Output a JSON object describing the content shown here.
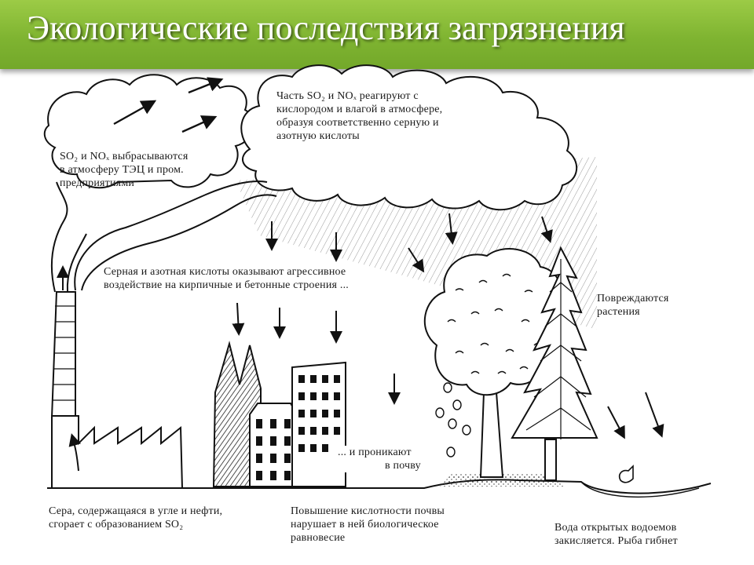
{
  "title": "Экологические последствия загрязнения",
  "labels": {
    "emission": [
      "SO₂ и NOₓ выбрасываются",
      "в атмосферу ТЭЦ и пром.",
      "предприятиями"
    ],
    "reaction": [
      "Часть SO₂ и NOₓ реагируют с",
      "кислородом и влагой в атмосфере,",
      "образуя соответственно серную и",
      "азотную кислоты"
    ],
    "buildings": [
      "Серная и азотная кислоты оказывают агрессивное",
      "воздействие на кирпичные и бетонные строения ..."
    ],
    "plants": [
      "Повреждаются",
      "растения"
    ],
    "soil_penetration": [
      "... и проникают",
      "в почву"
    ],
    "sulfur": [
      "Сера, содержащаяся в угле и нефти,",
      "сгорает с образованием SO₂"
    ],
    "soil_acidity": [
      "Повышение кислотности почвы",
      "нарушает в ней биологическое",
      "равновесие"
    ],
    "water": [
      "Вода открытых водоемов",
      "закисляется. Рыба гибнет"
    ]
  }
}
